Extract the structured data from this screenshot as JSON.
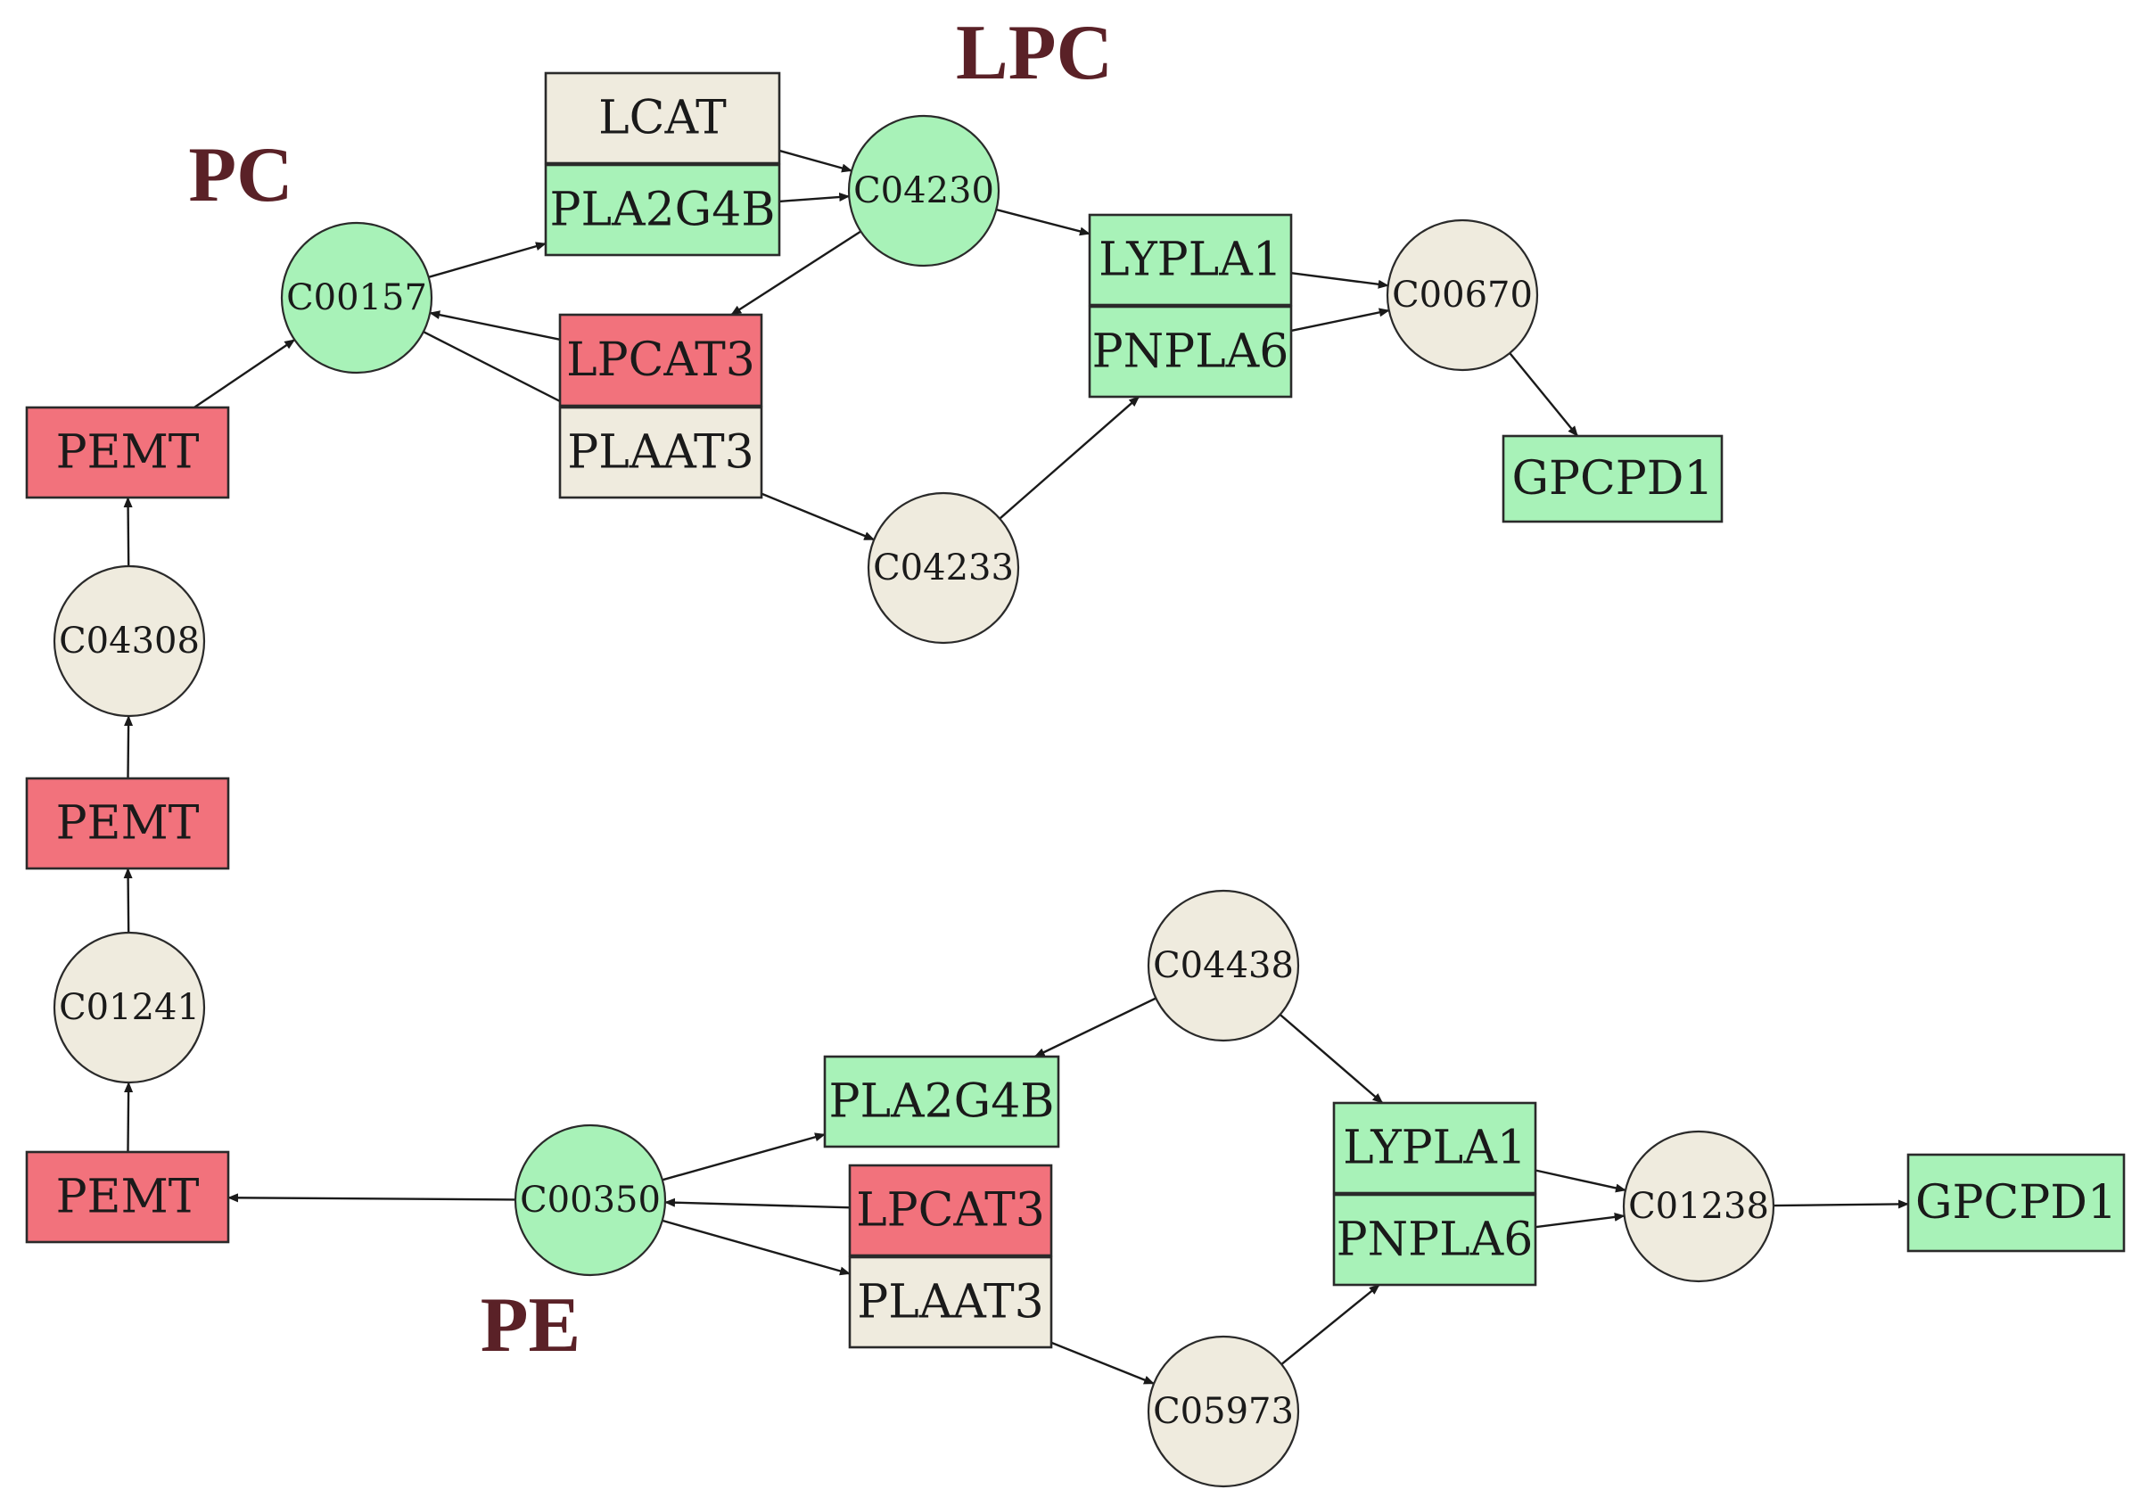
{
  "colors": {
    "green": "#a8f2b8",
    "red": "#f2727c",
    "beige": "#efebde",
    "label": "#5a2127"
  },
  "labels": [
    {
      "id": "lbl-lpc",
      "text": "LPC"
    },
    {
      "id": "lbl-pc",
      "text": "PC"
    },
    {
      "id": "lbl-pe",
      "text": "PE"
    }
  ],
  "nodes": [
    {
      "id": "C00157",
      "shape": "circle",
      "color": "green",
      "text": "C00157"
    },
    {
      "id": "C04230",
      "shape": "circle",
      "color": "green",
      "text": "C04230"
    },
    {
      "id": "C00670",
      "shape": "circle",
      "color": "beige",
      "text": "C00670"
    },
    {
      "id": "C04233",
      "shape": "circle",
      "color": "beige",
      "text": "C04233"
    },
    {
      "id": "C04308",
      "shape": "circle",
      "color": "beige",
      "text": "C04308"
    },
    {
      "id": "C01241",
      "shape": "circle",
      "color": "beige",
      "text": "C01241"
    },
    {
      "id": "C00350",
      "shape": "circle",
      "color": "green",
      "text": "C00350"
    },
    {
      "id": "C04438",
      "shape": "circle",
      "color": "beige",
      "text": "C04438"
    },
    {
      "id": "C01238",
      "shape": "circle",
      "color": "beige",
      "text": "C01238"
    },
    {
      "id": "C05973",
      "shape": "circle",
      "color": "beige",
      "text": "C05973"
    },
    {
      "id": "LCAT",
      "shape": "rect",
      "color": "beige",
      "text": "LCAT"
    },
    {
      "id": "PLA2G4B_top",
      "shape": "rect",
      "color": "green",
      "text": "PLA2G4B"
    },
    {
      "id": "LPCAT3_top",
      "shape": "rect",
      "color": "red",
      "text": "LPCAT3"
    },
    {
      "id": "PLAAT3_top",
      "shape": "rect",
      "color": "beige",
      "text": "PLAAT3"
    },
    {
      "id": "LYPLA1_top",
      "shape": "rect",
      "color": "green",
      "text": "LYPLA1"
    },
    {
      "id": "PNPLA6_top",
      "shape": "rect",
      "color": "green",
      "text": "PNPLA6"
    },
    {
      "id": "GPCPD1_top",
      "shape": "rect",
      "color": "green",
      "text": "GPCPD1"
    },
    {
      "id": "PEMT_1",
      "shape": "rect",
      "color": "red",
      "text": "PEMT"
    },
    {
      "id": "PEMT_2",
      "shape": "rect",
      "color": "red",
      "text": "PEMT"
    },
    {
      "id": "PEMT_3",
      "shape": "rect",
      "color": "red",
      "text": "PEMT"
    },
    {
      "id": "PLA2G4B_bot",
      "shape": "rect",
      "color": "green",
      "text": "PLA2G4B"
    },
    {
      "id": "LPCAT3_bot",
      "shape": "rect",
      "color": "red",
      "text": "LPCAT3"
    },
    {
      "id": "PLAAT3_bot",
      "shape": "rect",
      "color": "beige",
      "text": "PLAAT3"
    },
    {
      "id": "LYPLA1_bot",
      "shape": "rect",
      "color": "green",
      "text": "LYPLA1"
    },
    {
      "id": "PNPLA6_bot",
      "shape": "rect",
      "color": "green",
      "text": "PNPLA6"
    },
    {
      "id": "GPCPD1_bot",
      "shape": "rect",
      "color": "green",
      "text": "GPCPD1"
    }
  ],
  "edges": [
    {
      "from": "LCAT",
      "to": "C04230"
    },
    {
      "from": "PLA2G4B_top",
      "to": "C04230"
    },
    {
      "from": "C00157",
      "to": "PLA2G4B_top"
    },
    {
      "from": "C04230",
      "to": "LPCAT3_top"
    },
    {
      "from": "LPCAT3_top",
      "to": "C00157"
    },
    {
      "from": "C00157",
      "to": "PLAAT3_top"
    },
    {
      "from": "PLAAT3_top",
      "to": "C04233"
    },
    {
      "from": "C04230",
      "to": "LYPLA1_top"
    },
    {
      "from": "C04233",
      "to": "PNPLA6_top"
    },
    {
      "from": "LYPLA1_top",
      "to": "C00670"
    },
    {
      "from": "PNPLA6_top",
      "to": "C00670"
    },
    {
      "from": "C00670",
      "to": "GPCPD1_top"
    },
    {
      "from": "PEMT_1",
      "to": "C00157"
    },
    {
      "from": "C04308",
      "to": "PEMT_1"
    },
    {
      "from": "PEMT_2",
      "to": "C04308"
    },
    {
      "from": "C01241",
      "to": "PEMT_2"
    },
    {
      "from": "PEMT_3",
      "to": "C01241"
    },
    {
      "from": "C00350",
      "to": "PEMT_3"
    },
    {
      "from": "C00350",
      "to": "PLA2G4B_bot"
    },
    {
      "from": "LPCAT3_bot",
      "to": "C00350"
    },
    {
      "from": "C00350",
      "to": "PLAAT3_bot"
    },
    {
      "from": "C04438",
      "to": "PLA2G4B_bot"
    },
    {
      "from": "C04438",
      "to": "LYPLA1_bot"
    },
    {
      "from": "PLAAT3_bot",
      "to": "C05973"
    },
    {
      "from": "C05973",
      "to": "PNPLA6_bot"
    },
    {
      "from": "LYPLA1_bot",
      "to": "C01238"
    },
    {
      "from": "PNPLA6_bot",
      "to": "C01238"
    },
    {
      "from": "C01238",
      "to": "GPCPD1_bot"
    }
  ]
}
